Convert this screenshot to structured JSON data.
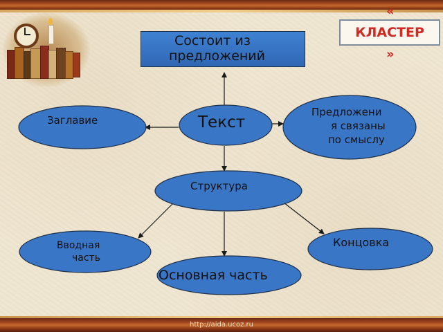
{
  "title": {
    "open_quote": "«",
    "text": "КЛАСТЕР",
    "close_quote": "»",
    "color": "#d12a24"
  },
  "diagram": {
    "node_fill": "#3a76c6",
    "node_stroke": "#1e2f48",
    "nodes": {
      "consists": {
        "line1": "Состоит из",
        "line2": "предложений"
      },
      "text": "Текст",
      "title": "Заглавие",
      "related": {
        "line1": "Предложени",
        "line2": "я связаны",
        "line3": "по смыслу"
      },
      "structure": "Структура",
      "intro": {
        "line1": "Вводная",
        "line2": "часть"
      },
      "main": "Основная часть",
      "ending": "Концовка"
    }
  },
  "footer": {
    "url": "http://aida.ucoz.ru"
  },
  "decoration": {
    "icons": [
      "clock-icon",
      "candle-icon",
      "books-icon"
    ]
  }
}
